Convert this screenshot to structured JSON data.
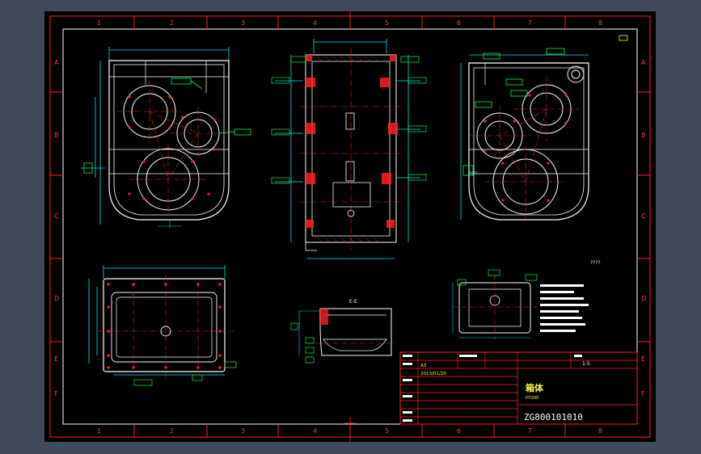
{
  "colors": {
    "background_outer": "#3f4a5c",
    "canvas": "#000000",
    "border": "#ff2020",
    "outline": "#ffffff",
    "dimension": "#00e5ff",
    "centerline": "#ff2020",
    "hatch": "#ff2020",
    "annotation": "#00ff40",
    "title_text": "#ffff40"
  },
  "grid_columns": [
    "1",
    "2",
    "3",
    "4",
    "5",
    "6",
    "7",
    "8"
  ],
  "grid_rows": [
    "A",
    "B",
    "C",
    "D",
    "E",
    "F"
  ],
  "notes": {
    "title": "????"
  },
  "title_block": {
    "name": "箱体",
    "material": "HT200",
    "scale_label": "1:5",
    "drawing_number": "ZG800101010",
    "sheet_label": "A3",
    "date": "2013/01/20"
  },
  "section_label": "E-E"
}
